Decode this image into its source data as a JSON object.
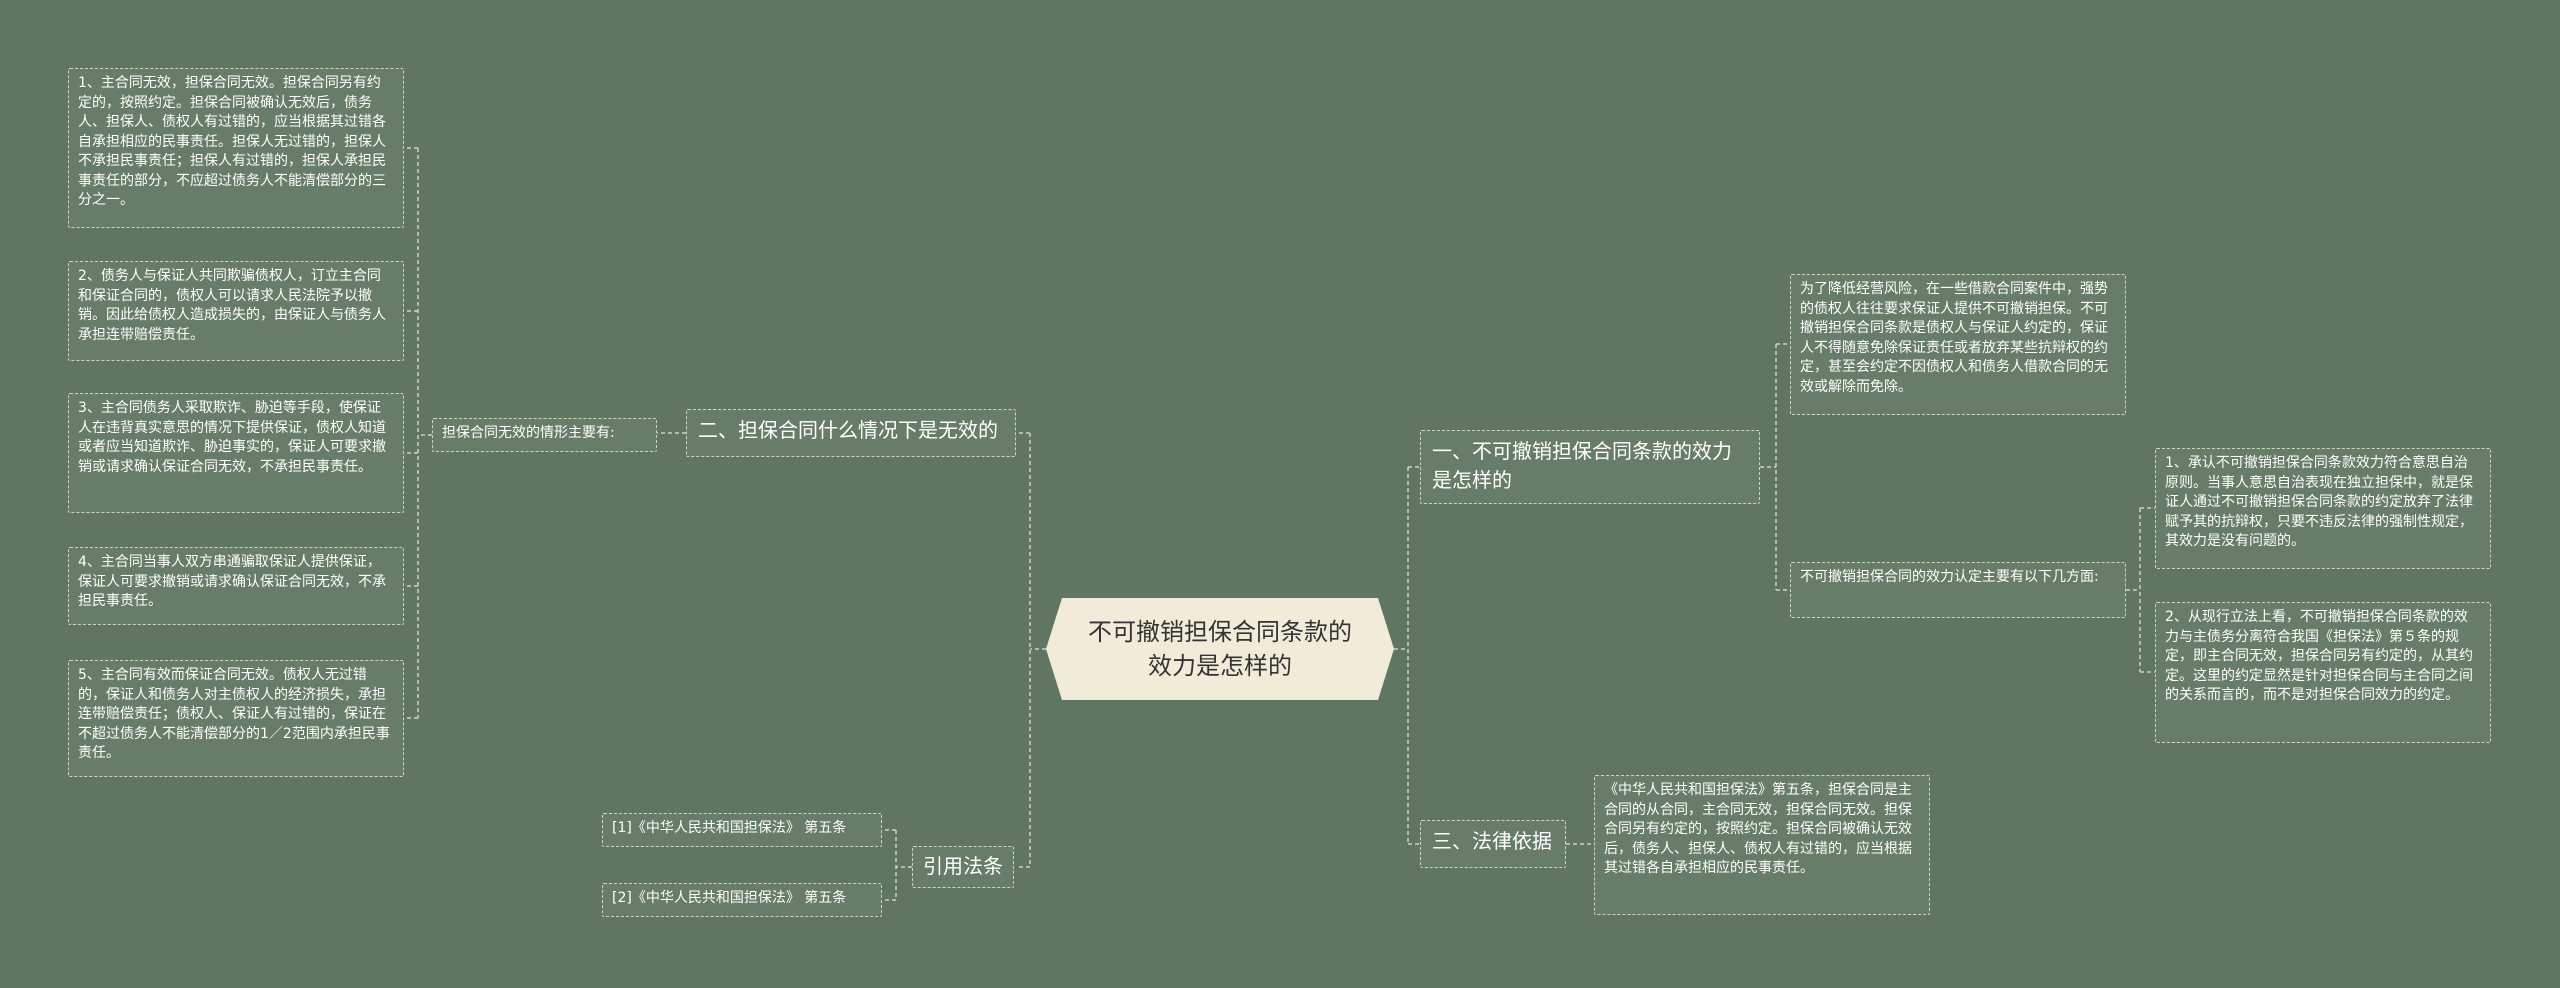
{
  "root": {
    "title": "不可撤销担保合同条款的效力是怎样的"
  },
  "right": {
    "b1": {
      "label": "一、不可撤销担保合同条款的效力是怎样的",
      "intro": "为了降低经营风险，在一些借款合同案件中，强势的债权人往往要求保证人提供不可撤销担保。不可撤销担保合同条款是债权人与保证人约定的，保证人不得随意免除保证责任或者放弃某些抗辩权的约定，甚至会约定不因债权人和债务人借款合同的无效或解除而免除。",
      "sub_label": "不可撤销担保合同的效力认定主要有以下几方面:",
      "points": [
        "1、承认不可撤销担保合同条款效力符合意思自治原则。当事人意思自治表现在独立担保中，就是保证人通过不可撤销担保合同条款的约定放弃了法律赋予其的抗辩权，只要不违反法律的强制性规定，其效力是没有问题的。",
        "2、从现行立法上看，不可撤销担保合同条款的效力与主债务分离符合我国《担保法》第５条的规定，即主合同无效，担保合同另有约定的，从其约定。这里的约定显然是针对担保合同与主合同之间的关系而言的，而不是对担保合同效力的约定。"
      ]
    },
    "b3": {
      "label": "三、法律依据",
      "text": "《中华人民共和国担保法》第五条，担保合同是主合同的从合同，主合同无效，担保合同无效。担保合同另有约定的，按照约定。担保合同被确认无效后，债务人、担保人、债权人有过错的，应当根据其过错各自承担相应的民事责任。"
    }
  },
  "left": {
    "b2": {
      "label": "二、担保合同什么情况下是无效的",
      "sub_label": "担保合同无效的情形主要有:",
      "items": [
        "1、主合同无效，担保合同无效。担保合同另有约定的，按照约定。担保合同被确认无效后，债务人、担保人、债权人有过错的，应当根据其过错各自承担相应的民事责任。担保人无过错的，担保人不承担民事责任；担保人有过错的，担保人承担民事责任的部分，不应超过债务人不能清偿部分的三分之一。",
        "2、债务人与保证人共同欺骗债权人，订立主合同和保证合同的，债权人可以请求人民法院予以撤销。因此给债权人造成损失的，由保证人与债务人承担连带赔偿责任。",
        "3、主合同债务人采取欺诈、胁迫等手段，使保证人在违背真实意思的情况下提供保证，债权人知道或者应当知道欺诈、胁迫事实的，保证人可要求撤销或请求确认保证合同无效，不承担民事责任。",
        "4、主合同当事人双方串通骗取保证人提供保证，保证人可要求撤销或请求确认保证合同无效，不承担民事责任。",
        "5、主合同有效而保证合同无效。债权人无过错的，保证人和债务人对主债权人的经济损失，承担连带赔偿责任；债权人、保证人有过错的，保证在不超过债务人不能清偿部分的1／2范围内承担民事责任。"
      ]
    },
    "refs": {
      "label": "引用法条",
      "items": [
        "[1]《中华人民共和国担保法》 第五条",
        "[2]《中华人民共和国担保法》 第五条"
      ]
    }
  },
  "colors": {
    "background": "#617563",
    "node_fill": "#677c69",
    "node_border": "#c9d6c2",
    "root_fill": "#f1ecd9",
    "root_text": "#333333",
    "link": "#c9d6c2"
  }
}
